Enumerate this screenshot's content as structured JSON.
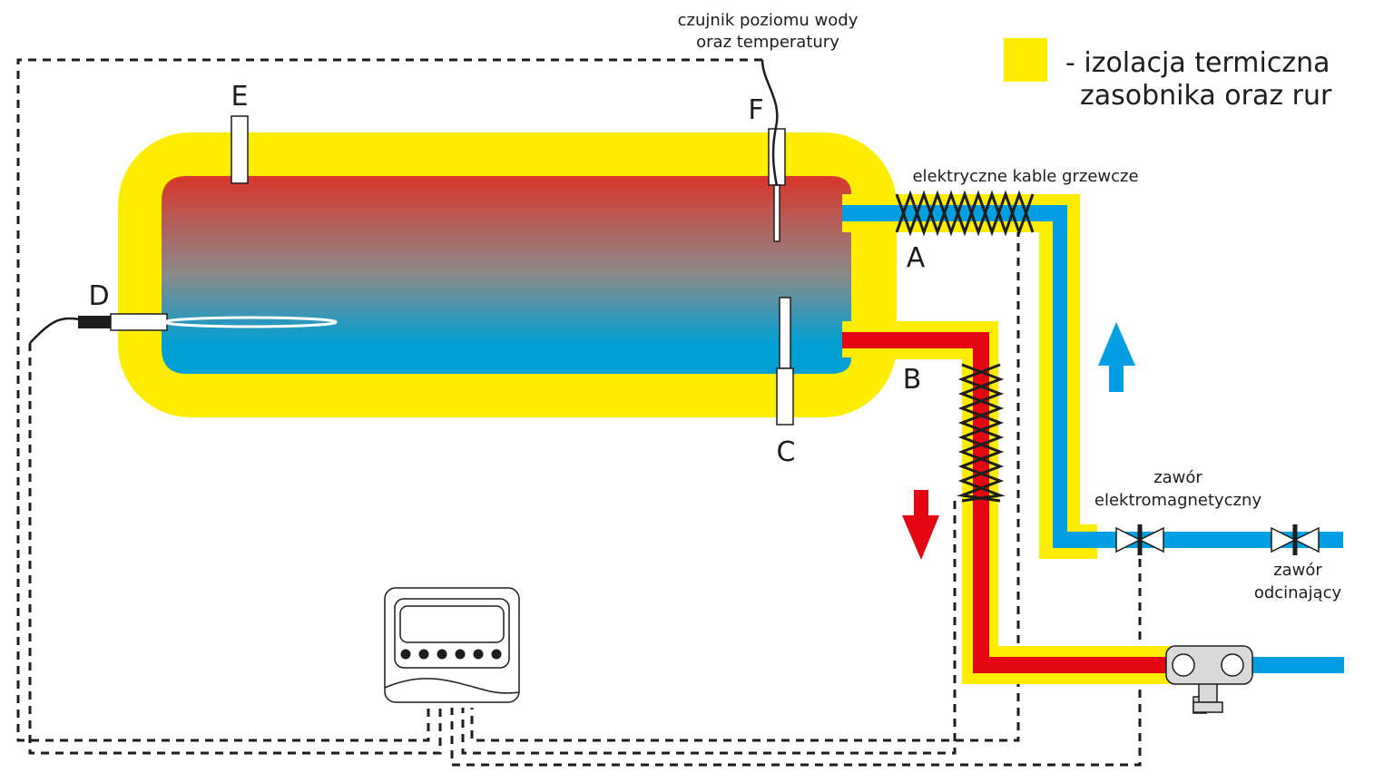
{
  "title": "Schemat zasobnika wody z izolacją termiczną",
  "colors": {
    "insulation": "#ffed00",
    "cold_water": "#009fe3",
    "hot_water": "#e30613",
    "tank_top": "#d9362b",
    "tank_mid": "#8a8a8a",
    "tank_bottom": "#009fd4",
    "line": "#1d1d1b",
    "device_gray": "#d9d9d9"
  },
  "legend": {
    "swatch_label": "insulation",
    "line1": "- izolacja termiczna",
    "line2": "zasobnika oraz rur"
  },
  "labels": {
    "sensor_caption_line1": "czujnik poziomu wody",
    "sensor_caption_line2": "oraz temperatury",
    "heating_cables": "elektryczne kable grzewcze",
    "solenoid_valve_line1": "zawór",
    "solenoid_valve_line2": "elektromagnetyczny",
    "shutoff_valve_line1": "zawór",
    "shutoff_valve_line2": "odcinający"
  },
  "markers": {
    "A": "A",
    "B": "B",
    "C": "C",
    "D": "D",
    "E": "E",
    "F": "F"
  },
  "flow_arrows": {
    "cold_in": "up",
    "hot_out": "down"
  },
  "controller": {
    "button_count": 6
  }
}
